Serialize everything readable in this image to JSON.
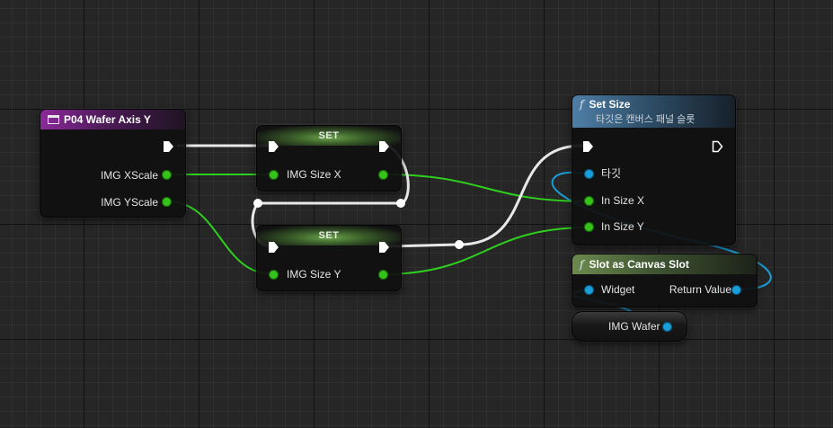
{
  "colors": {
    "exec_wire": "#e8e8e8",
    "float_wire": "#2ecf1e",
    "object_wire": "#1a9ed8",
    "event_header": "#8a2a9a",
    "function_header": "#4f7fa6",
    "pure_function_header": "#6c8a4e",
    "set_header": "#4a8a32"
  },
  "event_node": {
    "icon": "widget-icon",
    "title": "P04 Wafer Axis Y",
    "pins": [
      "IMG XScale",
      "IMG YScale"
    ]
  },
  "set_node_x": {
    "title": "SET",
    "pin": "IMG Size X"
  },
  "set_node_y": {
    "title": "SET",
    "pin": "IMG Size Y"
  },
  "set_size_node": {
    "icon": "function-icon",
    "title": "Set Size",
    "subtitle": "타깃은 캔버스 패널 슬롯",
    "pins": [
      "타깃",
      "In Size X",
      "In Size Y"
    ]
  },
  "slot_node": {
    "icon": "function-icon",
    "title": "Slot as Canvas Slot",
    "input": "Widget",
    "output": "Return Value"
  },
  "var_node": {
    "label": "IMG Wafer"
  }
}
